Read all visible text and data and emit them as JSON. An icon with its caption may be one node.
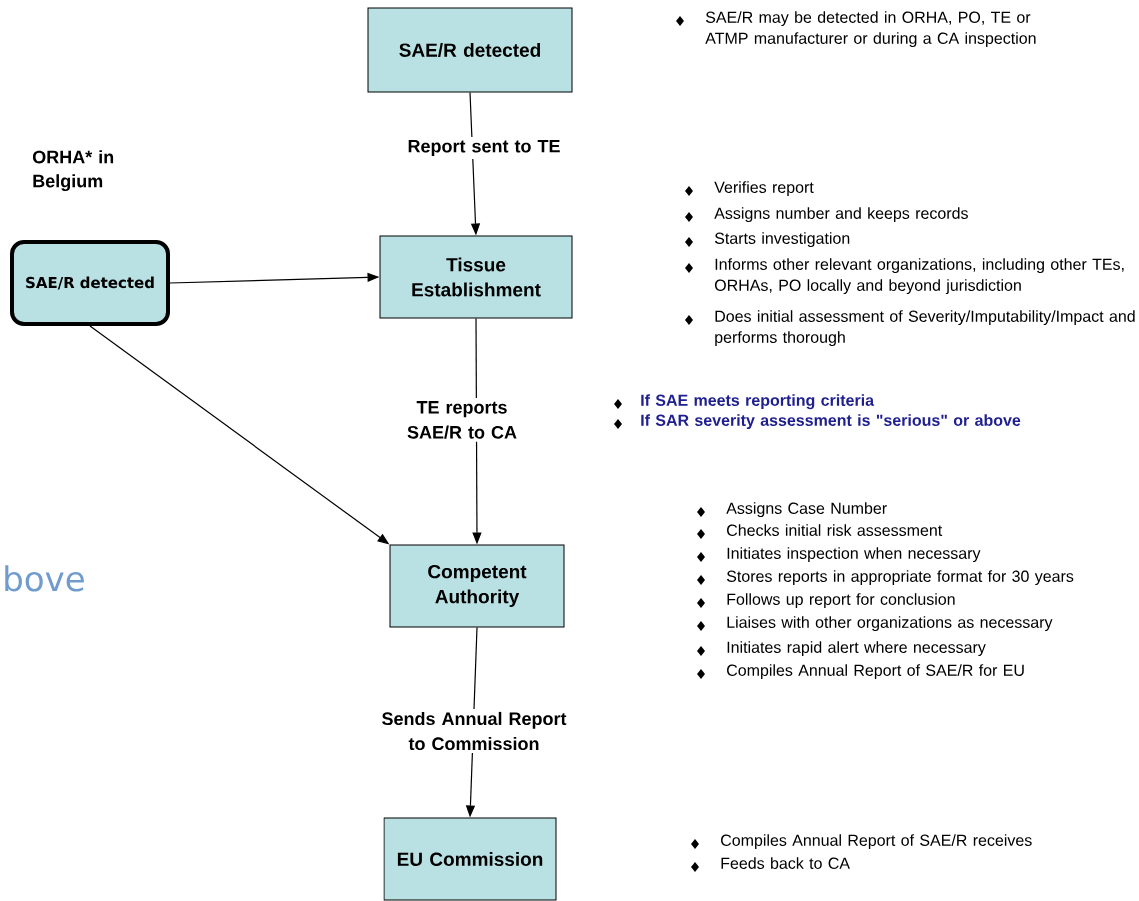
{
  "diagram": {
    "nodes": [
      {
        "text": [
          "SAE/R detected"
        ]
      },
      {
        "text": [
          "Tissue Establishment"
        ]
      },
      {
        "text": [
          "Competent Authority"
        ]
      },
      {
        "text": [
          "EU Commission"
        ]
      },
      {
        "text": [
          "SAE/R detected"
        ]
      }
    ],
    "edges": [
      {
        "from": 0,
        "to": 1,
        "arrow": "to",
        "label": "Report sent to TE"
      },
      {
        "from": 1,
        "to": 2,
        "arrow": "to",
        "label": "TE reports SAE/R to CA"
      },
      {
        "from": 2,
        "to": 3,
        "arrow": "to",
        "label": "Sends Annual Report to Commission"
      },
      {
        "from": 4,
        "to": 1,
        "arrow": "to"
      },
      {
        "from": 4,
        "to": 2,
        "arrow": "to"
      }
    ],
    "labels": [
      "SAE/R may be detected in ORHA, PO, TE or ATMP manufacturer or during a CA inspection",
      "ORHA* in Belgium",
      "Verifies report",
      "Assigns number and keeps records",
      "Starts investigation",
      "Informs other relevant organizations, including other TEs, ORHAs, PO locally and beyond jurisdiction",
      "Does initial assessment of Severity/Imputability/Impact and performs thorough",
      "If SAE meets reporting criteria",
      "If SAR severity assessment is \"serious\" or above",
      "bove",
      "Assigns Case Number",
      "Checks initial risk assessment",
      "Initiates inspection when necessary",
      "Stores reports in appropriate format for 30 years",
      "Follows up report for conclusion",
      "Liaises with other organizations as necessary",
      "Initiates rapid alert where necessary",
      "Compiles Annual Report of SAE/R for EU",
      "Compiles Annual Report of SAE/R receives",
      "Feeds back to CA"
    ]
  }
}
